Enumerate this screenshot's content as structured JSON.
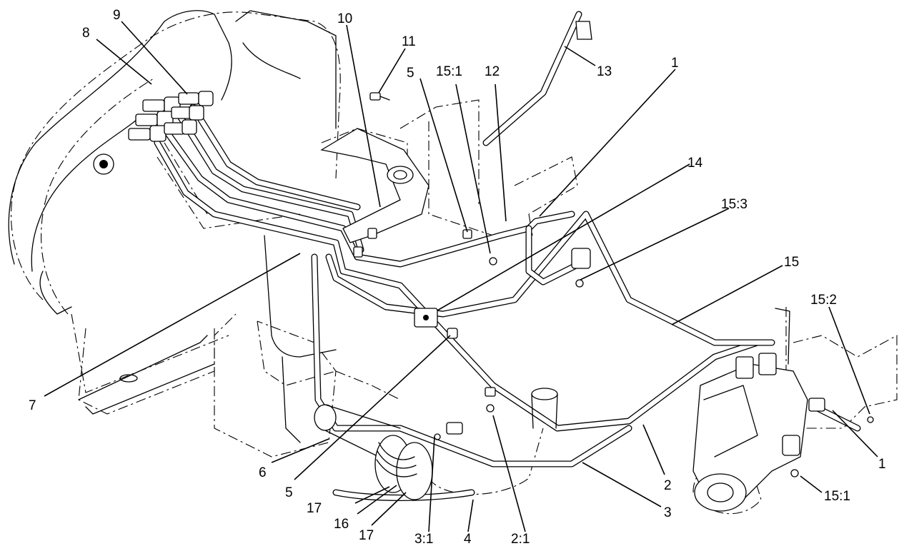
{
  "callouts": [
    {
      "id": "c-1-top",
      "text": "1"
    },
    {
      "id": "c-1-right",
      "text": "1"
    },
    {
      "id": "c-2",
      "text": "2"
    },
    {
      "id": "c-2-1",
      "text": "2:1"
    },
    {
      "id": "c-3",
      "text": "3"
    },
    {
      "id": "c-3-1",
      "text": "3:1"
    },
    {
      "id": "c-4",
      "text": "4"
    },
    {
      "id": "c-5-top",
      "text": "5"
    },
    {
      "id": "c-5-bottom",
      "text": "5"
    },
    {
      "id": "c-6",
      "text": "6"
    },
    {
      "id": "c-7",
      "text": "7"
    },
    {
      "id": "c-8",
      "text": "8"
    },
    {
      "id": "c-9",
      "text": "9"
    },
    {
      "id": "c-10",
      "text": "10"
    },
    {
      "id": "c-11",
      "text": "11"
    },
    {
      "id": "c-12",
      "text": "12"
    },
    {
      "id": "c-13",
      "text": "13"
    },
    {
      "id": "c-14",
      "text": "14"
    },
    {
      "id": "c-15",
      "text": "15"
    },
    {
      "id": "c-15-1-top",
      "text": "15:1"
    },
    {
      "id": "c-15-1-bottom",
      "text": "15:1"
    },
    {
      "id": "c-15-2",
      "text": "15:2"
    },
    {
      "id": "c-15-3",
      "text": "15:3"
    },
    {
      "id": "c-16",
      "text": "16"
    },
    {
      "id": "c-17-left",
      "text": "17"
    },
    {
      "id": "c-17-right",
      "text": "17"
    }
  ]
}
